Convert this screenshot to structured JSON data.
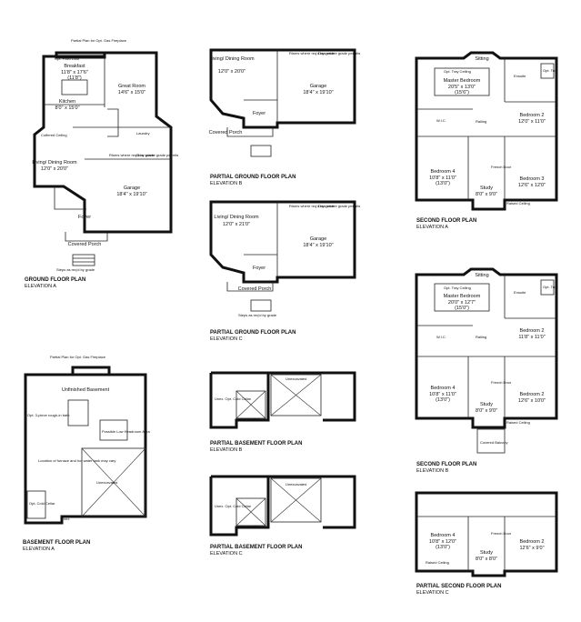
{
  "plans": [
    {
      "id": "ground-a",
      "title": "GROUND FLOOR PLAN",
      "subtitle": "ELEVATION A",
      "rooms": [
        {
          "name": "Breakfast",
          "dim": "11'8\" x 17'6\"",
          "dim2": "(11'8\")"
        },
        {
          "name": "Great Room",
          "dim": "14'6\" x 15'0\""
        },
        {
          "name": "Kitchen",
          "dim": "8'0\" x 15'0\""
        },
        {
          "name": "Living/ Dining Room",
          "dim": "12'0\" x 20'0\""
        },
        {
          "name": "Garage",
          "dim": "18'4\" x 19'10\""
        },
        {
          "name": "Foyer"
        },
        {
          "name": "Covered Porch"
        }
      ],
      "notes": [
        "Partial Plan for Opt. Gas Fireplace",
        "Opt. Patio Door",
        "Coffered Ceiling",
        "Laundry",
        "Steps as req'd by grade",
        "Risers where req'd by grade",
        "Door where grade permits"
      ]
    },
    {
      "id": "partial-ground-b",
      "title": "PARTIAL GROUND FLOOR PLAN",
      "subtitle": "ELEVATION B",
      "rooms": [
        {
          "name": "Living/ Dining Room",
          "dim": "12'0\" x 20'0\""
        },
        {
          "name": "Garage",
          "dim": "18'4\" x 19'10\""
        },
        {
          "name": "Foyer"
        },
        {
          "name": "Covered Porch"
        }
      ],
      "notes": [
        "Risers where req'd by grade",
        "Door where grade permits"
      ]
    },
    {
      "id": "partial-ground-c",
      "title": "PARTIAL GROUND FLOOR PLAN",
      "subtitle": "ELEVATION C",
      "rooms": [
        {
          "name": "Living/ Dining Room",
          "dim": "12'0\" x 21'0\""
        },
        {
          "name": "Garage",
          "dim": "18'4\" x 19'10\""
        },
        {
          "name": "Foyer"
        },
        {
          "name": "Covered Porch"
        }
      ],
      "notes": [
        "Risers where req'd by grade",
        "Door where grade permits",
        "Steps as req'd by grade"
      ]
    },
    {
      "id": "second-a",
      "title": "SECOND FLOOR PLAN",
      "subtitle": "ELEVATION A",
      "rooms": [
        {
          "name": "Sitting"
        },
        {
          "name": "Master Bedroom",
          "dim": "20'5\" x 13'0\"",
          "dim2": "(15'6\")"
        },
        {
          "name": "Opt. Tray Ceiling"
        },
        {
          "name": "Ensuite"
        },
        {
          "name": "W.I.C."
        },
        {
          "name": "Bedroom 2",
          "dim": "12'0\" x 11'0\""
        },
        {
          "name": "Bedroom 4",
          "dim": "10'8\" x 11'0\"",
          "dim2": "(13'0\")"
        },
        {
          "name": "Study",
          "dim": "8'0\" x 9'0\""
        },
        {
          "name": "Bedroom 3",
          "dim": "12'6\" x 12'0\""
        }
      ],
      "notes": [
        "Opt. Tub",
        "Raised Ceiling",
        "French Door",
        "Railing"
      ]
    },
    {
      "id": "second-b",
      "title": "SECOND FLOOR PLAN",
      "subtitle": "ELEVATION B",
      "rooms": [
        {
          "name": "Sitting"
        },
        {
          "name": "Master Bedroom",
          "dim": "20'0\" x 12'7\"",
          "dim2": "(15'0\")"
        },
        {
          "name": "Opt. Tray Ceiling"
        },
        {
          "name": "Ensuite"
        },
        {
          "name": "W.I.C."
        },
        {
          "name": "Bedroom 2",
          "dim": "11'8\" x 11'0\""
        },
        {
          "name": "Bedroom 4",
          "dim": "10'8\" x 11'0\"",
          "dim2": "(13'0\")"
        },
        {
          "name": "Study",
          "dim": "8'0\" x 9'0\""
        },
        {
          "name": "Bedroom 2",
          "dim": "12'6\" x 10'0\""
        },
        {
          "name": "Covered Balcony"
        }
      ],
      "notes": [
        "Opt. Tub",
        "Raised Ceiling",
        "French Door",
        "Railing"
      ]
    },
    {
      "id": "partial-second-c",
      "title": "PARTIAL SECOND FLOOR PLAN",
      "subtitle": "ELEVATION C",
      "rooms": [
        {
          "name": "Bedroom 4",
          "dim": "10'8\" x 12'0\"",
          "dim2": "(13'0\")"
        },
        {
          "name": "Study",
          "dim": "8'0\" x 8'0\""
        },
        {
          "name": "Bedroom 2",
          "dim": "12'6\" x 9'0\""
        }
      ],
      "notes": [
        "Raised Ceiling",
        "French Door"
      ]
    },
    {
      "id": "basement-a",
      "title": "BASEMENT FLOOR PLAN",
      "subtitle": "ELEVATION A",
      "rooms": [
        {
          "name": "Unfinished Basement"
        },
        {
          "name": "Unexcavated"
        },
        {
          "name": "Unex."
        },
        {
          "name": "Opt. Cold Cellar"
        }
      ],
      "notes": [
        "Partial Plan for Opt. Gas Fireplace",
        "Opt. 3-piece rough-in bath",
        "Possible Low Headroom Area",
        "Location of furnace and hot water tank may vary"
      ]
    },
    {
      "id": "partial-basement-b",
      "title": "PARTIAL BASEMENT FLOOR PLAN",
      "subtitle": "ELEVATION B",
      "rooms": [
        {
          "name": "Unexcavated"
        },
        {
          "name": "Unexcavated"
        },
        {
          "name": "Unex. Opt. Cold Cellar"
        }
      ],
      "notes": []
    },
    {
      "id": "partial-basement-c",
      "title": "PARTIAL BASEMENT FLOOR PLAN",
      "subtitle": "ELEVATION C",
      "rooms": [
        {
          "name": "Unexcavated"
        },
        {
          "name": "Unexcavated"
        },
        {
          "name": "Unex. Opt. Cold Cellar"
        }
      ],
      "notes": []
    }
  ]
}
